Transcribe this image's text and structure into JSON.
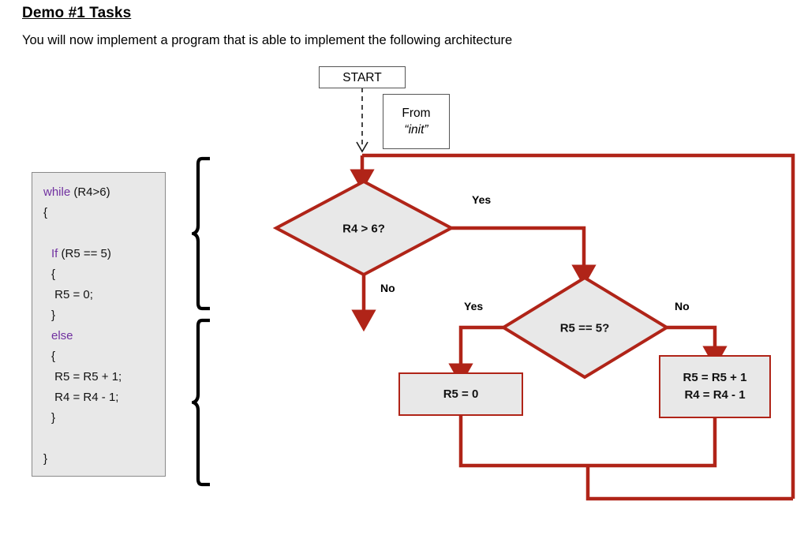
{
  "page": {
    "title": "Demo #1 Tasks",
    "subtitle": "You will now implement a program that is able to implement the following architecture"
  },
  "code_panel": {
    "name": "pseudocode-block",
    "lines": [
      {
        "indent": 0,
        "keyword": "while",
        "rest": " (R4>6)"
      },
      {
        "indent": 0,
        "keyword": "",
        "rest": "{"
      },
      {
        "indent": 0,
        "keyword": "",
        "rest": ""
      },
      {
        "indent": 1,
        "keyword": "If",
        "rest": " (R5 == 5)"
      },
      {
        "indent": 1,
        "keyword": "",
        "rest": "{"
      },
      {
        "indent": 1,
        "keyword": "",
        "rest": " R5 = 0;"
      },
      {
        "indent": 1,
        "keyword": "",
        "rest": "}"
      },
      {
        "indent": 1,
        "keyword": "else",
        "rest": ""
      },
      {
        "indent": 1,
        "keyword": "",
        "rest": "{"
      },
      {
        "indent": 1,
        "keyword": "",
        "rest": " R5 = R5 + 1;"
      },
      {
        "indent": 1,
        "keyword": "",
        "rest": " R4 = R4 - 1;"
      },
      {
        "indent": 1,
        "keyword": "",
        "rest": "}"
      },
      {
        "indent": 0,
        "keyword": "",
        "rest": ""
      },
      {
        "indent": 0,
        "keyword": "",
        "rest": "}"
      }
    ]
  },
  "braces": [
    {
      "name": "brace-while-condition-block"
    },
    {
      "name": "brace-else-block"
    }
  ],
  "flowchart": {
    "start_box": {
      "label": "START"
    },
    "from_box": {
      "line1": "From",
      "line2": "“init”"
    },
    "decision_1": {
      "label": "R4 > 6?",
      "yes": "Yes",
      "no": "No"
    },
    "decision_2": {
      "label": "R5 == 5?",
      "yes": "Yes",
      "no": "No"
    },
    "process_reset": {
      "line1": "R5 = 0"
    },
    "process_incr": {
      "line1": "R5 = R5 + 1",
      "line2": "R4 = R4 - 1"
    }
  },
  "colors": {
    "flow_line": "#B02418",
    "node_fill": "#E8E8E8",
    "keyword": "#7030A0",
    "plain_border": "#555555"
  }
}
